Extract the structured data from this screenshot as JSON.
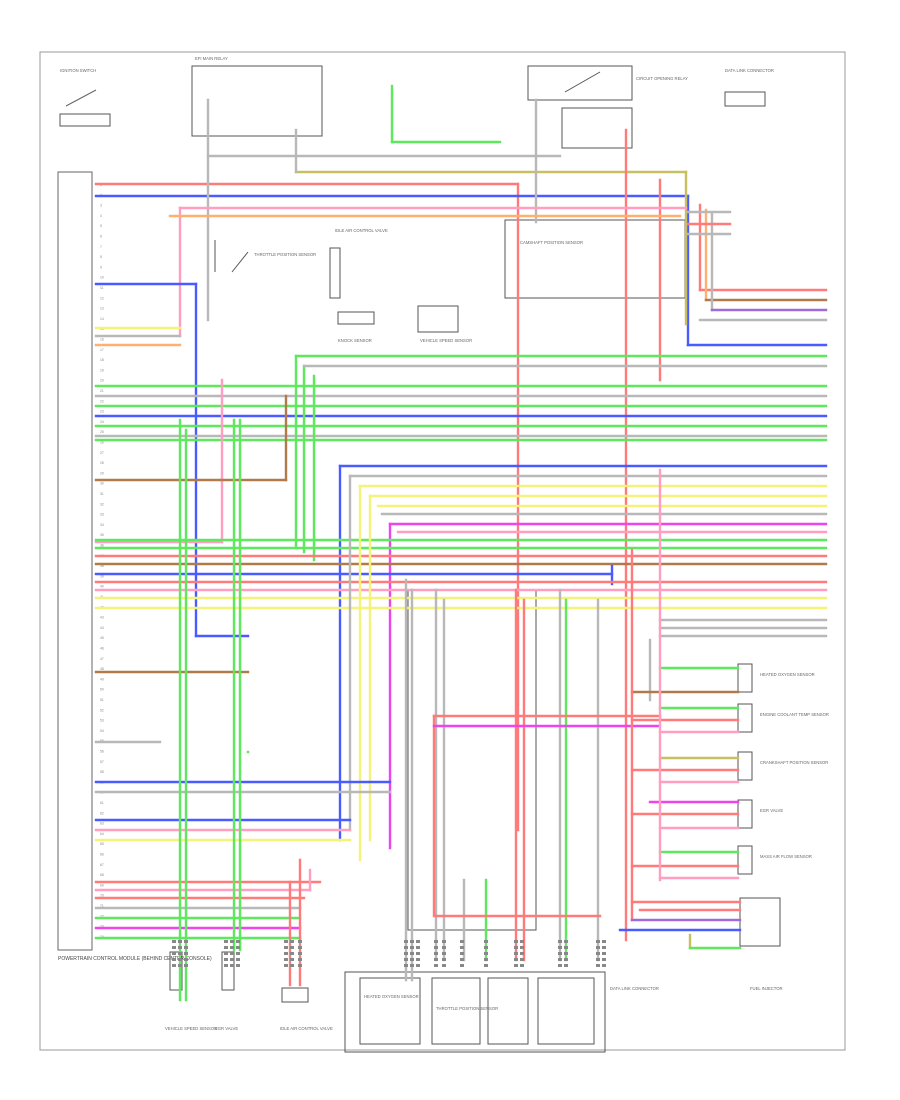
{
  "diagram": {
    "footer_code": "",
    "ecm_label": "POWERTRAIN CONTROL MODULE (BEHIND CENTER CONSOLE)",
    "components": [
      {
        "id": "c1",
        "text": "IGNITION SWITCH"
      },
      {
        "id": "c2",
        "text": "EFI MAIN RELAY"
      },
      {
        "id": "c3",
        "text": "CIRCUIT OPENING RELAY"
      },
      {
        "id": "c4",
        "text": "ENGINE COOLANT TEMP SENSOR"
      },
      {
        "id": "c5",
        "text": "THROTTLE POSITION SENSOR"
      },
      {
        "id": "c6",
        "text": "MASS AIR FLOW SENSOR"
      },
      {
        "id": "c7",
        "text": "KNOCK SENSOR"
      },
      {
        "id": "c8",
        "text": "CAMSHAFT POSITION SENSOR"
      },
      {
        "id": "c9",
        "text": "CRANKSHAFT POSITION SENSOR"
      },
      {
        "id": "c10",
        "text": "DATA LINK CONNECTOR"
      },
      {
        "id": "c11",
        "text": "FUEL INJECTOR"
      },
      {
        "id": "c12",
        "text": "IDLE AIR CONTROL VALVE"
      },
      {
        "id": "c13",
        "text": "EGR VALVE"
      },
      {
        "id": "c14",
        "text": "HEATED OXYGEN SENSOR"
      },
      {
        "id": "c15",
        "text": "VEHICLE SPEED SENSOR"
      }
    ],
    "wire_colors": {
      "red": "#ff7a7a",
      "blue": "#4a5cff",
      "green": "#5ee85e",
      "yellow": "#f5f27a",
      "orange": "#ffb070",
      "magenta": "#ee44ee",
      "brown": "#b07a4a",
      "gray": "#b8b8b8",
      "pink": "#ff9ec0",
      "violet": "#a06ad8",
      "olive": "#c8c060",
      "darkred": "#c04040"
    }
  }
}
